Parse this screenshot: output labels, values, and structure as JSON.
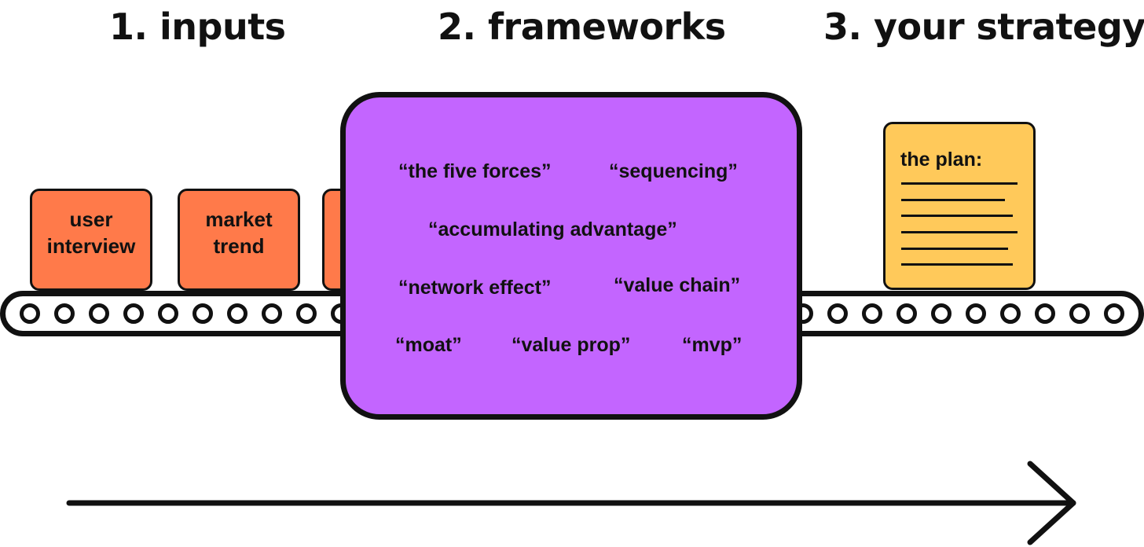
{
  "headings": {
    "inputs": "1. inputs",
    "frameworks": "2. frameworks",
    "strategy": "3. your strategy"
  },
  "inputs": [
    {
      "line1": "user",
      "line2": "interview"
    },
    {
      "line1": "market",
      "line2": "trend"
    }
  ],
  "frameworks": [
    "“the five forces”",
    "“sequencing”",
    "“accumulating advantage”",
    "“network effect”",
    "“value chain”",
    "“moat”",
    "“value prop”",
    "“mvp”"
  ],
  "plan": {
    "title": "the plan:"
  },
  "colors": {
    "input_box": "#ff7a4a",
    "machine": "#c365ff",
    "plan_doc": "#ffc95a",
    "outline": "#111111"
  },
  "icons": {
    "arrow": "right-arrow-icon",
    "roller": "belt-roller-icon"
  }
}
